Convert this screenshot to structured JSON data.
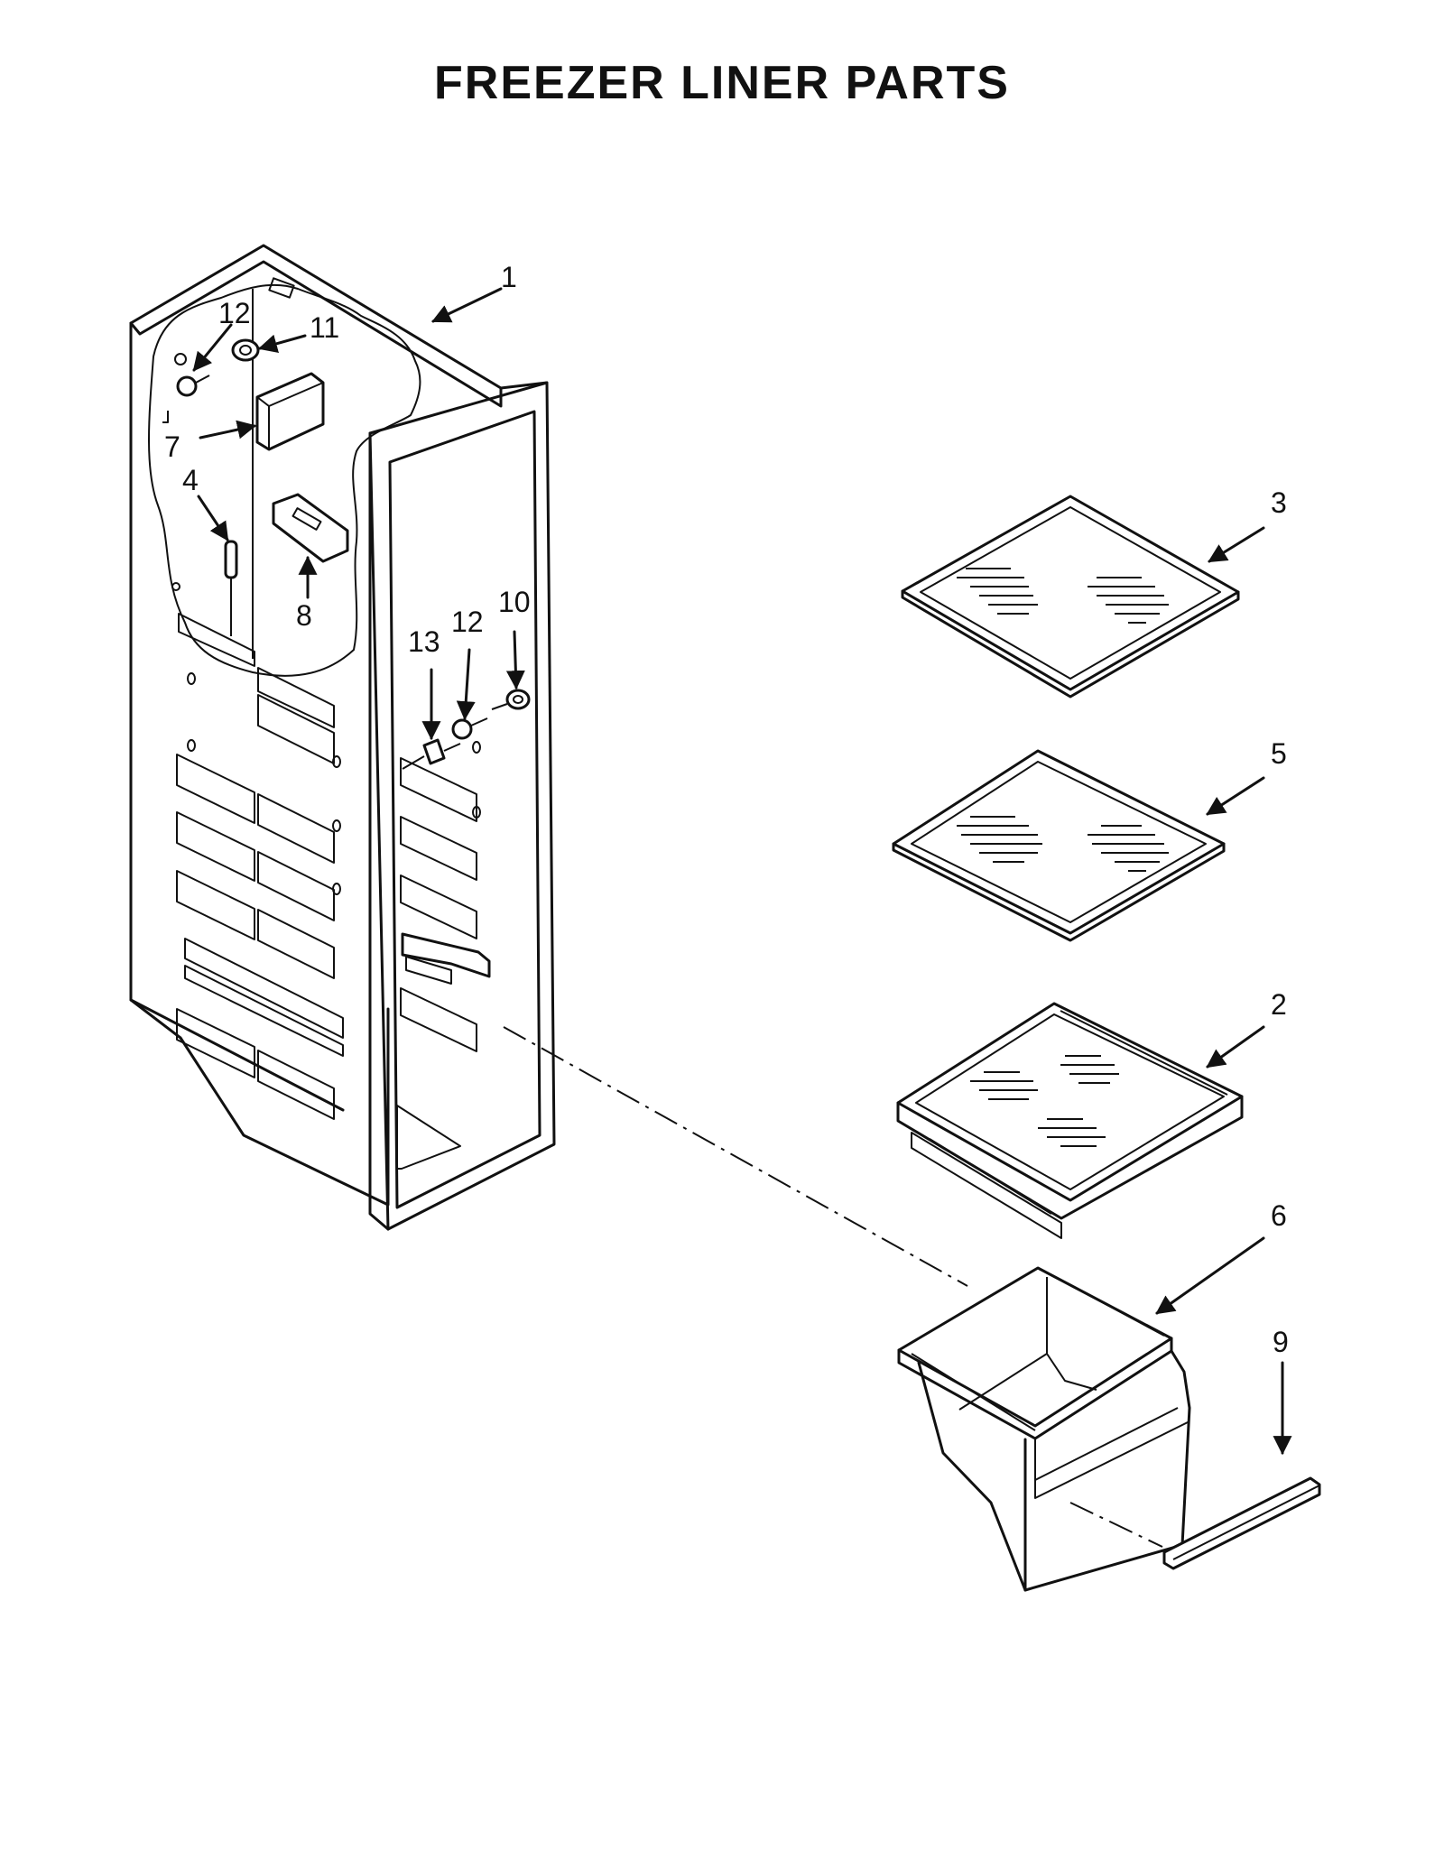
{
  "title": "FREEZER LINER PARTS",
  "callouts": {
    "c1": "1",
    "c2": "2",
    "c3": "3",
    "c4": "4",
    "c5": "5",
    "c6": "6",
    "c7": "7",
    "c8": "8",
    "c9": "9",
    "c10": "10",
    "c11": "11",
    "c12a": "12",
    "c12b": "12",
    "c13": "13"
  }
}
